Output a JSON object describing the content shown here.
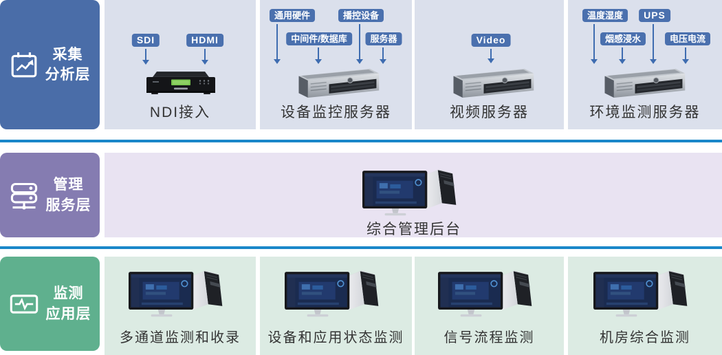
{
  "colors": {
    "collection_badge": "#4a6da8",
    "collection_panel": "#dbe0ec",
    "management_badge": "#857cb1",
    "management_panel": "#e9e3f2",
    "monitoring_badge": "#5fb08e",
    "monitoring_panel": "#dcebe3",
    "separator_line": "#1a87c9",
    "tag_background": "#4a70ae",
    "caption_text": "#333333"
  },
  "layers": [
    {
      "name": "采集分析层",
      "badge": {
        "lines": [
          "采集",
          "分析层"
        ],
        "icon": "trend-chart"
      },
      "panels": [
        {
          "caption": "NDI接入",
          "device": "ndi-encoder",
          "tags": [
            "SDI",
            "HDMI"
          ]
        },
        {
          "caption": "设备监控服务器",
          "device": "rack-server",
          "tags": [
            "通用硬件",
            "播控设备",
            "中间件/数据库",
            "服务器"
          ]
        },
        {
          "caption": "视频服务器",
          "device": "rack-server",
          "tags": [
            "Video"
          ]
        },
        {
          "caption": "环境监测服务器",
          "device": "rack-server",
          "tags": [
            "温度湿度",
            "UPS",
            "烟感浸水",
            "电压电流"
          ]
        }
      ]
    },
    {
      "name": "管理服务层",
      "badge": {
        "lines": [
          "管理",
          "服务层"
        ],
        "icon": "server-stack"
      },
      "panels": [
        {
          "caption": "综合管理后台",
          "device": "workstation-pc"
        }
      ]
    },
    {
      "name": "监测应用层",
      "badge": {
        "lines": [
          "监测",
          "应用层"
        ],
        "icon": "pulse-wave"
      },
      "panels": [
        {
          "caption": "多通道监测和收录",
          "device": "workstation-pc"
        },
        {
          "caption": "设备和应用状态监测",
          "device": "workstation-pc"
        },
        {
          "caption": "信号流程监测",
          "device": "workstation-pc"
        },
        {
          "caption": "机房综合监测",
          "device": "workstation-pc"
        }
      ]
    }
  ]
}
